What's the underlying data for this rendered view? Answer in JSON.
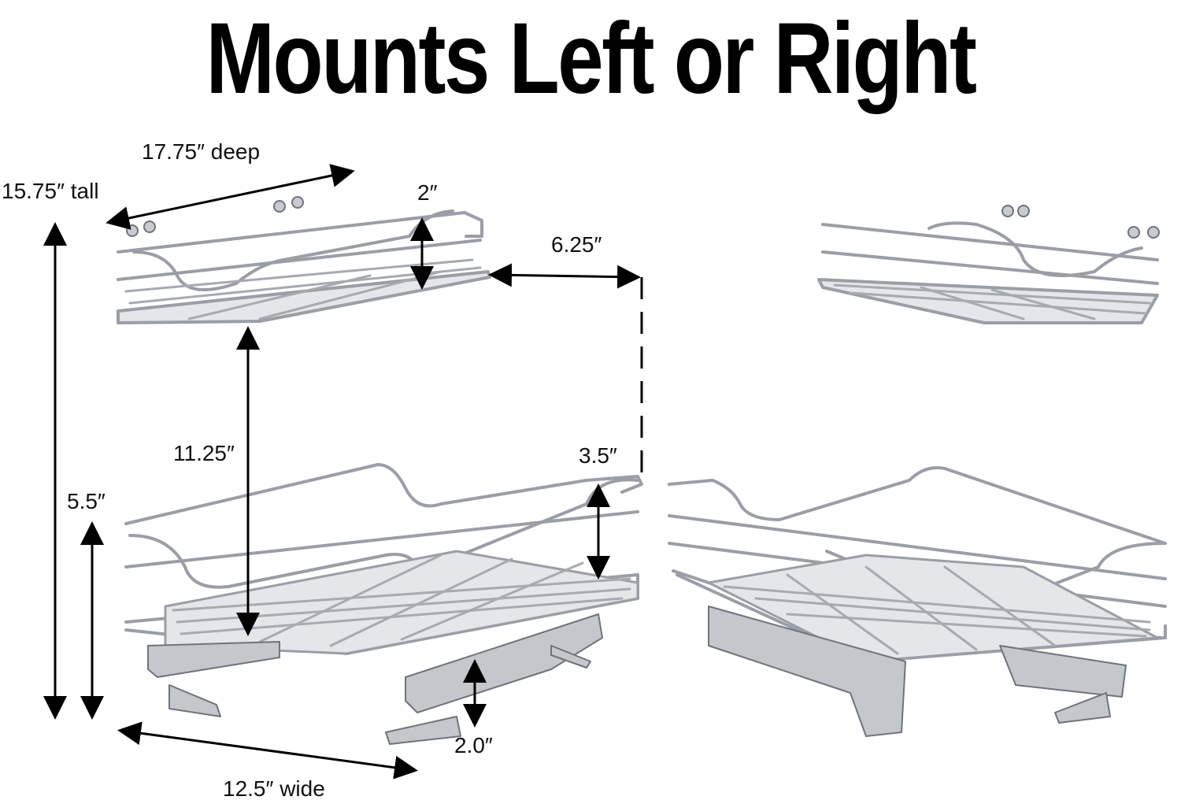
{
  "title": "Mounts Left or Right",
  "dimensions": {
    "deep": "17.75″ deep",
    "tall": "15.75″ tall",
    "top_rail": "2″",
    "gap": "6.25″",
    "shelf_clearance": "11.25″",
    "bottom_rail": "3.5″",
    "basket_height": "5.5″",
    "slide_height": "2.0″",
    "wide": "12.5″ wide"
  },
  "colors": {
    "chrome": "#b9bcc2",
    "chrome_dark": "#7d8189",
    "chrome_light": "#e6e8eb",
    "arrow": "#000000"
  }
}
